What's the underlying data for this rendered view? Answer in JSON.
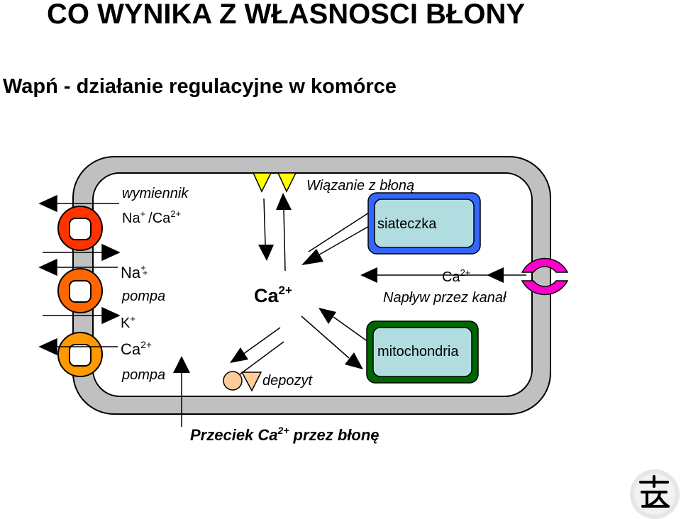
{
  "title": "CO WYNIKA Z WŁASNOSCI BŁONY",
  "subtitle": "Wapń - działanie regulacyjne w komórce",
  "exchanger": {
    "name": "wymiennik",
    "ion1": "Na",
    "ion1_charge": "+",
    "sep": "/Ca",
    "ion2_charge": "2+"
  },
  "napump": {
    "ion1": "Na",
    "ion1_charge": "+",
    "ion1_charge2": "+",
    "name": "pompa",
    "ion2": "K",
    "ion2_charge": "+"
  },
  "capump": {
    "ion": "Ca",
    "charge": "2+",
    "name": "pompa"
  },
  "center": {
    "ion": "Ca",
    "charge": "2+"
  },
  "membrane_binding": "Wiązanie z błoną",
  "reticulum": "siateczka",
  "channel": {
    "ion": "Ca",
    "charge": "2+",
    "label": "Napływ przez kanał"
  },
  "mitochondria": "mitochondria",
  "deposit": "depozyt",
  "leak": {
    "prefix": "Przeciek Ca",
    "charge": "2+",
    "suffix": "przez błonę"
  },
  "colors": {
    "membrane": "#c0c0c0",
    "exchanger": "#ff3300",
    "napump": "#ff6600",
    "capump": "#ff9900",
    "reticulum_border": "#3366ff",
    "organelle_fill": "#b2dde0",
    "mito_border": "#006600",
    "channel": "#ff00cc",
    "triangle": "#ffff00",
    "deposit_circle": "#ffcc99",
    "deposit_triangle": "#ffcc99"
  }
}
